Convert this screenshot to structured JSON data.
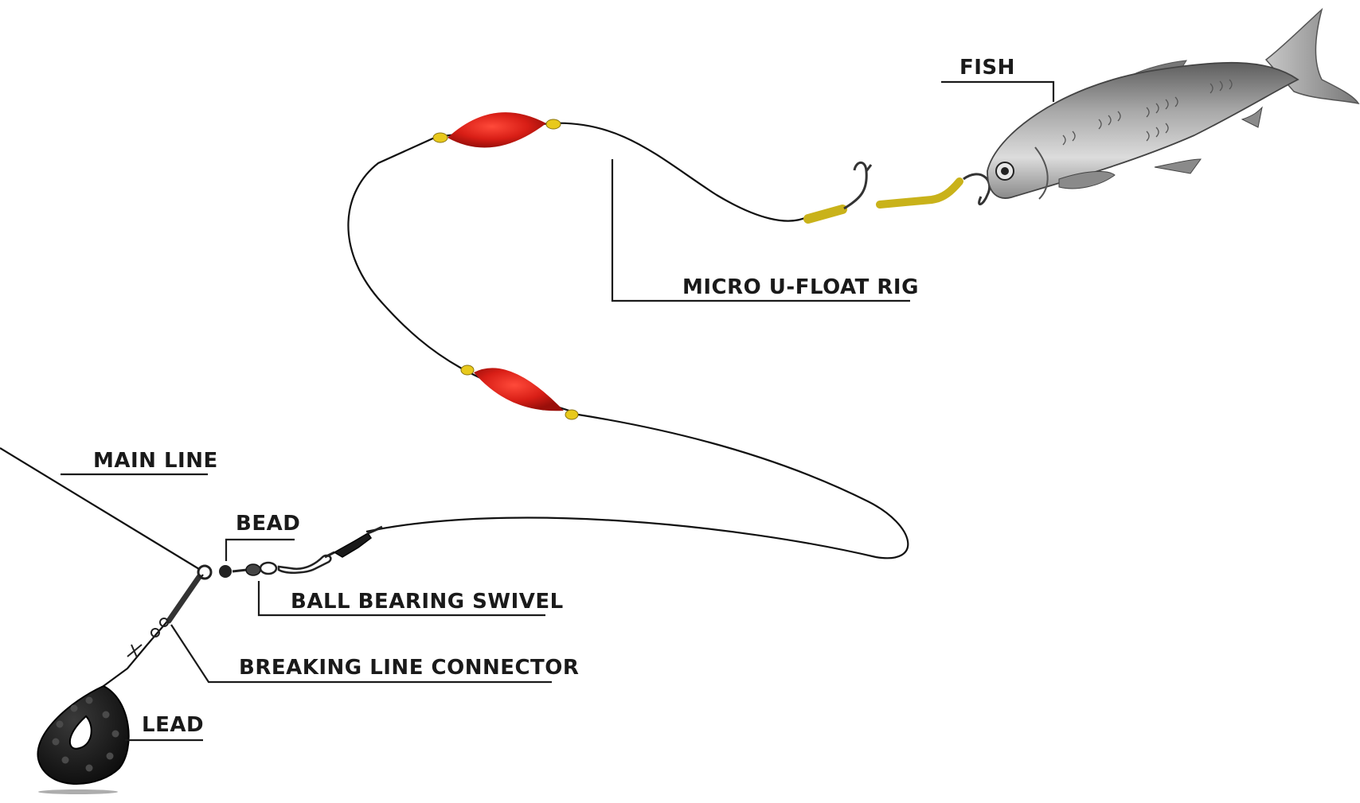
{
  "labels": {
    "fish": "FISH",
    "micro_u_float_rig": "MICRO U-FLOAT RIG",
    "main_line": "MAIN LINE",
    "bead": "BEAD",
    "ball_bearing_swivel": "BALL BEARING SWIVEL",
    "breaking_line_connector": "BREAKING LINE CONNECTOR",
    "lead": "LEAD"
  },
  "colors": {
    "float": "#d81e16",
    "bead_yellow": "#e8c91c",
    "sleeve_yellow": "#c9b21a",
    "lead": "#1c1c1c",
    "fish_body": "#9a9a9a",
    "line": "#111111"
  }
}
